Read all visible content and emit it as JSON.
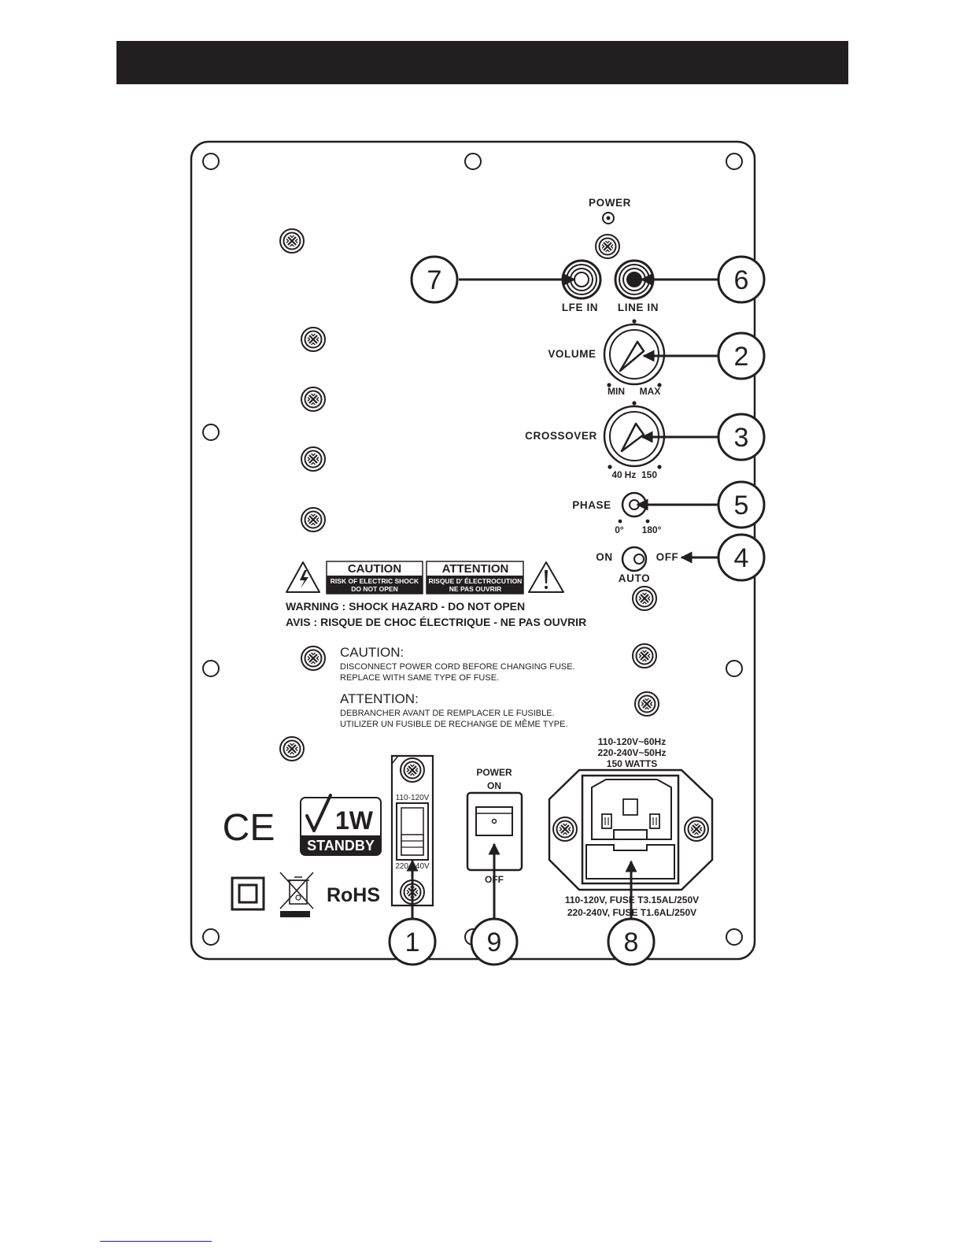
{
  "header": {
    "text": ""
  },
  "panel": {
    "power_led_label": "POWER",
    "lfe_in_label": "LFE IN",
    "line_in_label": "LINE IN",
    "volume_label": "VOLUME",
    "volume_min": "MIN",
    "volume_max": "MAX",
    "crossover_label": "CROSSOVER",
    "crossover_low": "40",
    "crossover_unit": "Hz",
    "crossover_high": "150",
    "phase_label": "PHASE",
    "phase_0": "0°",
    "phase_180": "180°",
    "mode_on": "ON",
    "mode_off": "OFF",
    "mode_auto": "AUTO",
    "caution_box_title": "CAUTION",
    "caution_box_line1": "RISK OF ELECTRIC SHOCK",
    "caution_box_line2": "DO NOT OPEN",
    "attention_box_title": "ATTENTION",
    "attention_box_line1": "RISQUE D' ÉLECTROCUTION",
    "attention_box_line2": "NE PAS OUVRIR",
    "warning_en": "WARNING : SHOCK HAZARD - DO NOT OPEN",
    "warning_fr": "AVIS : RISQUE DE CHOC ÉLECTRIQUE - NE PAS OUVRIR",
    "caution_heading": "CAUTION:",
    "caution_line1": "DISCONNECT POWER CORD BEFORE CHANGING FUSE.",
    "caution_line2": "REPLACE WITH SAME TYPE OF FUSE.",
    "attention_heading": "ATTENTION:",
    "attention_line1": "DEBRANCHER AVANT DE REMPLACER LE FUSIBLE.",
    "attention_line2": "UTILIZER UN FUSIBLE DE RECHANGE DE MÊME TYPE.",
    "voltage_high": "110-120V",
    "voltage_low": "220-240V",
    "power_switch_on_1": "POWER",
    "power_switch_on_2": "ON",
    "power_switch_off": "OFF",
    "rating_line1": "110-120V~60Hz",
    "rating_line2": "220-240V~50Hz",
    "rating_line3": "150 WATTS",
    "fuse_line1": "110-120V, FUSE T3.15AL/250V",
    "fuse_line2": "220-240V, FUSE T1.6AL/250V",
    "ce_mark": "CE",
    "standby_watt": "1W",
    "standby_label": "STANDBY",
    "rohs_label": "RoHS"
  },
  "callouts": [
    "1",
    "2",
    "3",
    "4",
    "5",
    "6",
    "7",
    "8",
    "9"
  ]
}
